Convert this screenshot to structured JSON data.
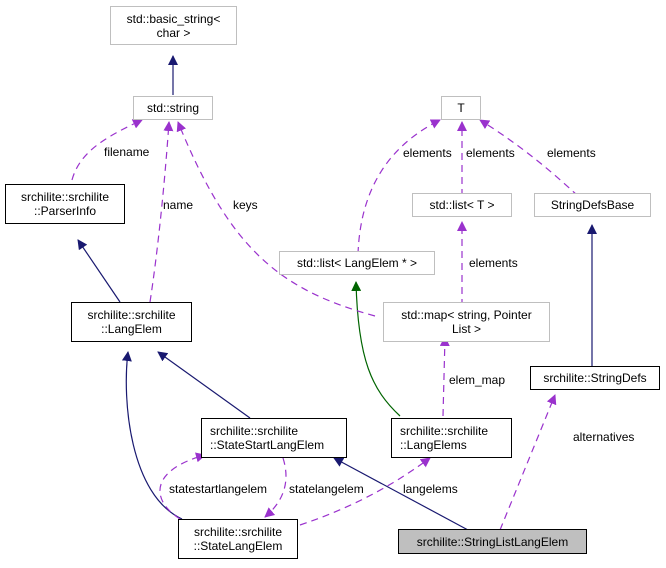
{
  "colors": {
    "inherit_public": "#191970",
    "inherit_template": "#006400",
    "usage": "#9a32cd",
    "focus_fill": "#bfbfbf",
    "external_border": "#bfbfbf"
  },
  "nodes": {
    "basic_string": "std::basic_string<\nchar >",
    "std_string": "std::string",
    "parser_info": "srchilite::srchilite\n::ParserInfo",
    "lang_elem": "srchilite::srchilite\n::LangElem",
    "t": "T",
    "std_list_t": "std::list< T >",
    "string_defs_base": "StringDefsBase",
    "std_list_langelem": "std::list< LangElem * >",
    "std_map": "std::map< string, Pointer\nList >",
    "string_defs": "srchilite::StringDefs",
    "state_start_lang_elem": "srchilite::srchilite\n::StateStartLangElem",
    "lang_elems": "srchilite::srchilite\n::LangElems",
    "state_lang_elem": "srchilite::srchilite\n::StateLangElem",
    "string_list_lang_elem": "srchilite::StringListLangElem"
  },
  "edge_labels": {
    "filename": "filename",
    "name": "name",
    "keys": "keys",
    "elements_list_langelem": "elements",
    "elements_list_t": "elements",
    "elements_string_defs_base": "elements",
    "elements_map": "elements",
    "elem_map": "elem_map",
    "alternatives": "alternatives",
    "statestartlangelem": "statestartlangelem",
    "statelangelem": "statelangelem",
    "langelems": "langelems"
  }
}
